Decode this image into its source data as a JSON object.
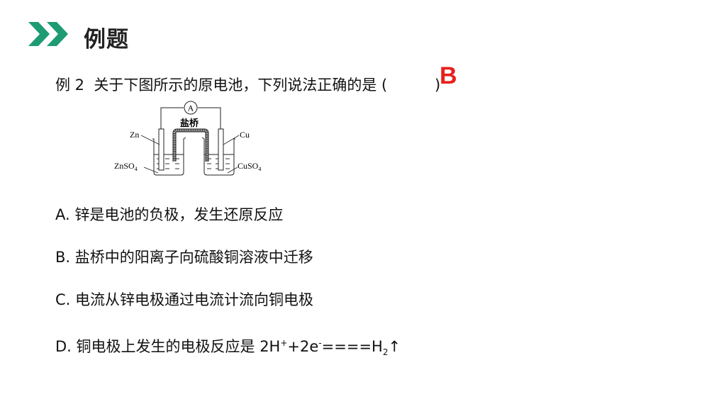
{
  "header": {
    "title": "例题",
    "icon": "double-chevron-right-icon",
    "accent_color": "#1e9b73"
  },
  "question": {
    "text": "例 2  关于下图所示的原电池，下列说法正确的是 (          )",
    "answer": "B",
    "answer_color": "#e8201c"
  },
  "diagram": {
    "ammeter_label": "A",
    "salt_bridge_label": "盐桥",
    "left_electrode": "Zn",
    "right_electrode": "Cu",
    "left_solution": "ZnSO",
    "left_solution_sub": "4",
    "right_solution": "CuSO",
    "right_solution_sub": "4"
  },
  "options": {
    "a": "A. 锌是电池的负极，发生还原反应",
    "b": "B. 盐桥中的阳离子向硫酸铜溶液中迁移",
    "c": "C. 电流从锌电极通过电流计流向铜电极",
    "d_prefix": "D. 铜电极上发生的电极反应是 2H",
    "d_sup1": "+",
    "d_mid": "+2e",
    "d_sup2": "-",
    "d_eq": "====H",
    "d_sub": "2",
    "d_arrow": "↑"
  }
}
